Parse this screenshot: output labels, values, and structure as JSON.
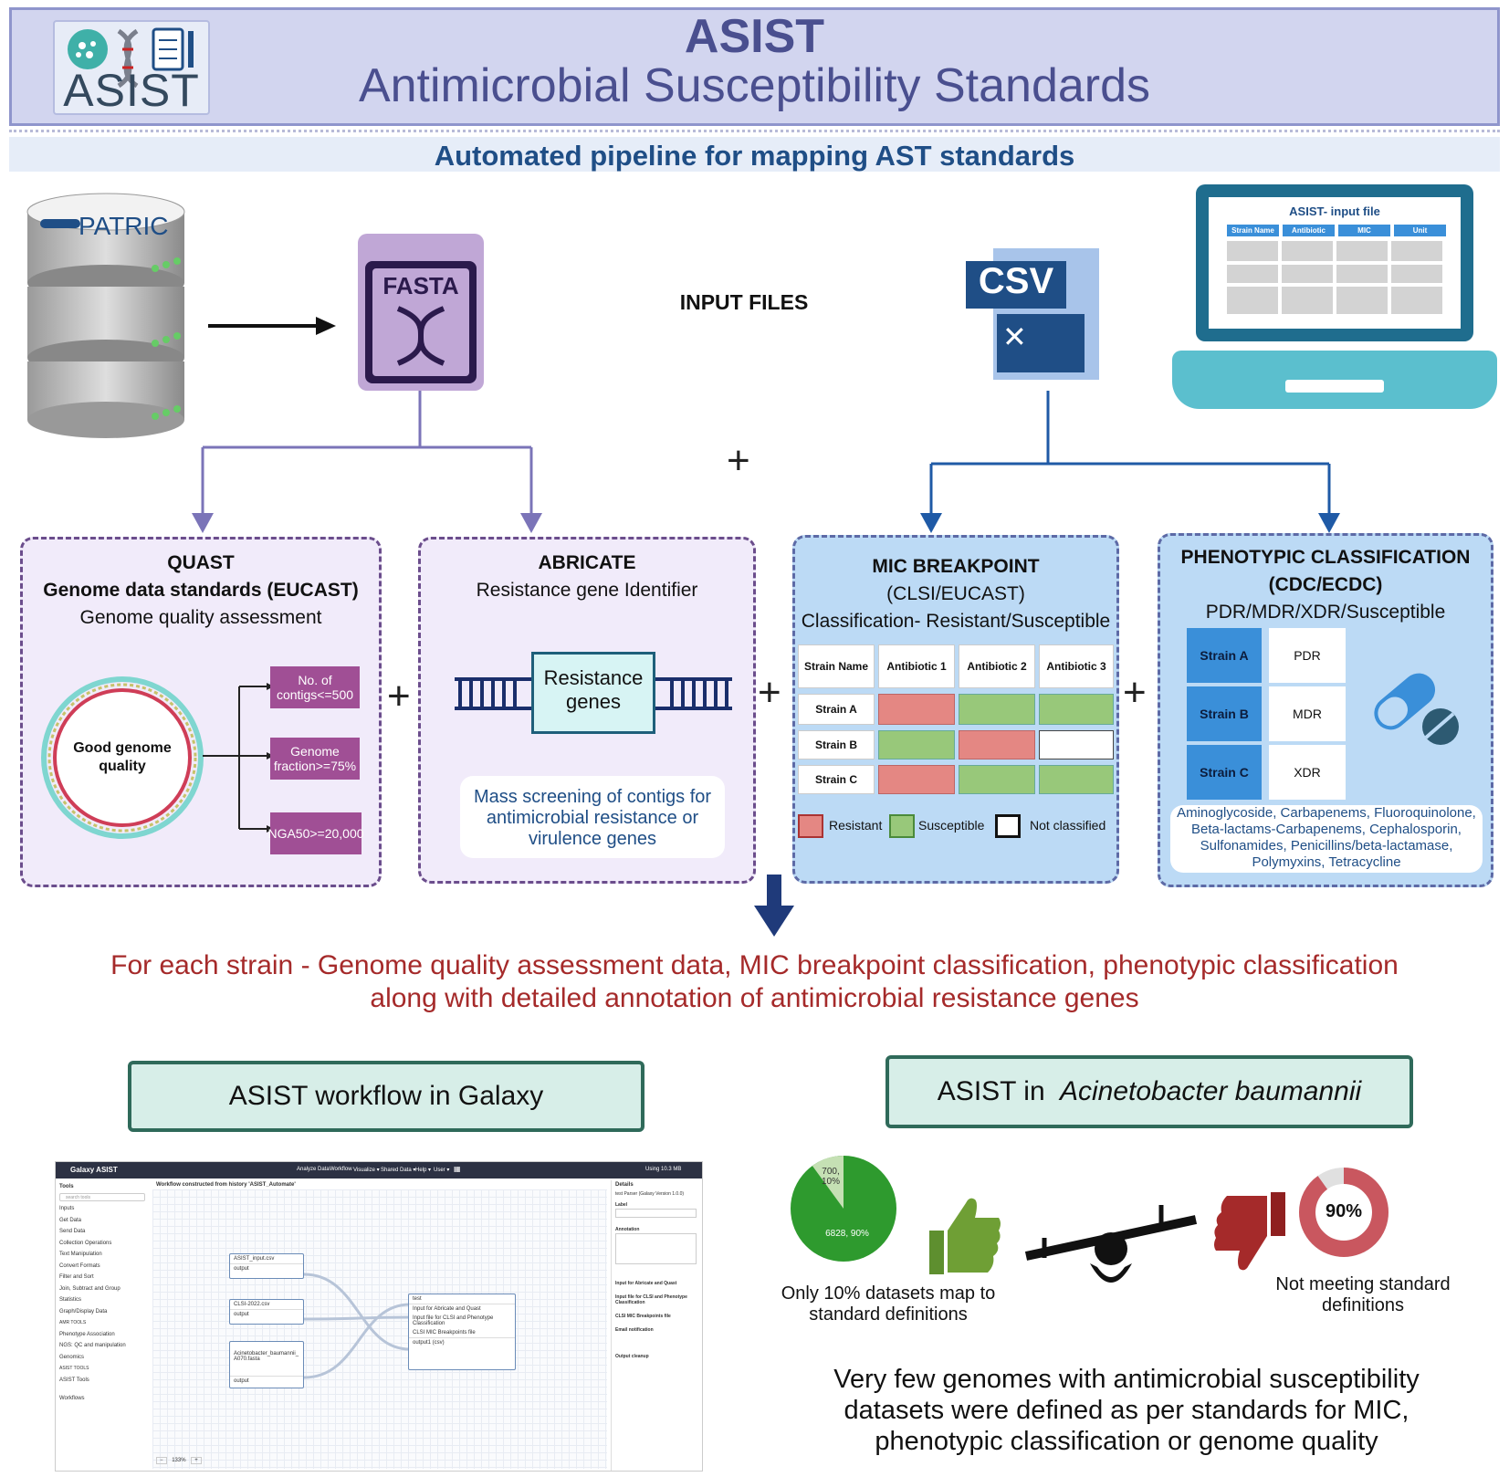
{
  "header": {
    "logo_text": "ASIST",
    "title": "ASIST",
    "subtitle": "Antimicrobial Susceptibility Standards"
  },
  "banner": "Automated pipeline for mapping AST standards",
  "inputs": {
    "patric_label": "PATRIC",
    "fasta_label": "FASTA",
    "csv_label": "CSV",
    "input_files_label": "INPUT FILES",
    "laptop_title": "ASIST- input file",
    "laptop_headers": [
      "Strain Name",
      "Antibiotic",
      "MIC",
      "Unit"
    ]
  },
  "plus": "+",
  "quast": {
    "title": "QUAST",
    "subtitle": "Genome data standards (EUCAST)",
    "desc": "Genome quality assessment",
    "circle_label": "Good genome quality",
    "criteria": [
      "No. of contigs<=500",
      "Genome fraction>=75%",
      "NGA50>=20,000"
    ]
  },
  "abricate": {
    "title": "ABRICATE",
    "subtitle": "Resistance gene Identifier",
    "gene_label": "Resistance genes",
    "note": "Mass screening of contigs for antimicrobial resistance or virulence genes"
  },
  "mic": {
    "title": "MIC BREAKPOINT",
    "subtitle": "(CLSI/EUCAST)",
    "desc": "Classification- Resistant/Susceptible",
    "headers": [
      "Strain Name",
      "Antibiotic 1",
      "Antibiotic 2",
      "Antibiotic 3"
    ],
    "rows": [
      {
        "strain": "Strain A",
        "cells": [
          "resistant",
          "susceptible",
          "susceptible"
        ]
      },
      {
        "strain": "Strain B",
        "cells": [
          "susceptible",
          "resistant",
          "not_classified"
        ]
      },
      {
        "strain": "Strain C",
        "cells": [
          "resistant",
          "susceptible",
          "susceptible"
        ]
      }
    ],
    "legend": [
      "Resistant",
      "Susceptible",
      "Not classified"
    ],
    "colors": {
      "resistant": "#e48783",
      "susceptible": "#98c87a",
      "not_classified": "#ffffff"
    }
  },
  "phenotypic": {
    "title": "PHENOTYPIC CLASSIFICATION",
    "subtitle": "(CDC/ECDC)",
    "desc": "PDR/MDR/XDR/Susceptible",
    "rows": [
      {
        "strain": "Strain A",
        "class": "PDR"
      },
      {
        "strain": "Strain B",
        "class": "MDR"
      },
      {
        "strain": "Strain C",
        "class": "XDR"
      }
    ],
    "drugs": "Aminoglycoside, Carbapenems, Fluoroquinolone, Beta-lactams-Carbapenems, Cephalosporin, Sulfonamides, Penicillins/beta-lactamase, Polymyxins, Tetracycline"
  },
  "result": {
    "line1": "For each strain - Genome quality assessment data, MIC breakpoint classification, phenotypic classification",
    "line2": "along with detailed annotation of antimicrobial resistance genes"
  },
  "galaxy_box": "ASIST workflow in Galaxy",
  "acineto_box_prefix": "ASIST in ",
  "acineto_box_italic": "Acinetobacter baumannii",
  "galaxy": {
    "brand": "Galaxy ASIST",
    "nav": [
      "Analyze Data",
      "Workflow",
      "Visualize ▾",
      "Shared Data ▾",
      "Help ▾",
      "User ▾"
    ],
    "usage": "Using 10.3 MB",
    "tools_heading": "Tools",
    "search_placeholder": "search tools",
    "tools": [
      "Inputs",
      "Get Data",
      "Send Data",
      "Collection Operations",
      "Text Manipulation",
      "Convert Formats",
      "Filter and Sort",
      "Join, Subtract and Group",
      "Statistics",
      "Graph/Display Data",
      "AMR TOOLS",
      "Phenotype Association",
      "NGS: QC and manipulation",
      "Genomics",
      "ASIST TOOLS",
      "ASIST Tools",
      "",
      "Workflows"
    ],
    "canvas_title": "Workflow constructed from history 'ASIST_Automate'",
    "nodes": [
      {
        "title": "ASIST_input.csv",
        "out": "output"
      },
      {
        "title": "CLSI-2022.csv",
        "out": "output"
      },
      {
        "title": "Acinetobacter_baumannii_A070.fasta",
        "out": "output"
      }
    ],
    "test_node": {
      "title": "test",
      "inputs": [
        "Input for Abricate and Quast",
        "Input file for CLSI and Phenotype Classification",
        "CLSI MIC Breakpoints file"
      ],
      "out": "output1 (csv)"
    },
    "zoom": "133%",
    "details_heading": "Details",
    "details_tool": "test Parser (Galaxy Version 1.0.0)",
    "details_fields": [
      "Label",
      "Annotation",
      "Input for Abricate and Quast",
      "Input file for CLSI and Phenotype Classification",
      "CLSI MIC Breakpoints file",
      "Email notification",
      "Output cleanup"
    ]
  },
  "stats": {
    "pie": [
      {
        "label": "700, 10%",
        "value": 700,
        "percent": 10,
        "color": "#c5e0b4"
      },
      {
        "label": "6828, 90%",
        "value": 6828,
        "percent": 90,
        "color": "#2e9a2e"
      }
    ],
    "pie_caption": "Only 10% datasets map to standard definitions",
    "donut_label": "90%",
    "donut_percent": 90,
    "donut_caption": "Not meeting standard definitions",
    "summary": "Very few genomes with antimicrobial susceptibility datasets were defined as per standards for MIC, phenotypic classification or genome quality"
  }
}
